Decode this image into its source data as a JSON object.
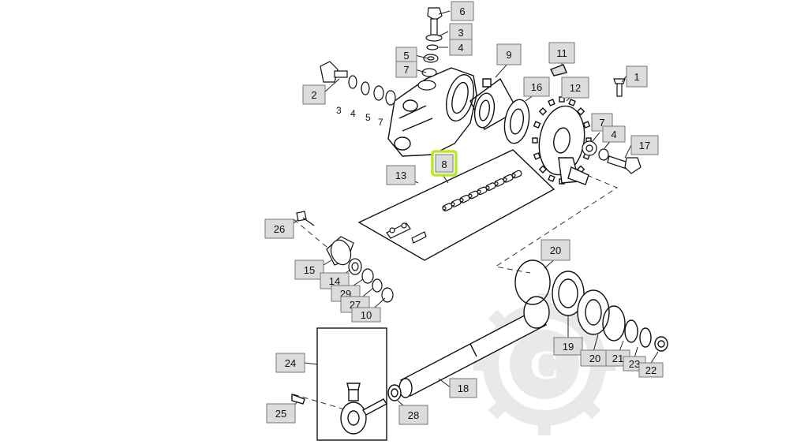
{
  "diagram": {
    "highlight_color": "#b8e82a",
    "box_fill": "#dcdcdc",
    "watermark_letter": "C",
    "callouts": [
      {
        "id": "c6",
        "text": "6"
      },
      {
        "id": "c3a",
        "text": "3"
      },
      {
        "id": "c4a",
        "text": "4"
      },
      {
        "id": "c5a",
        "text": "5"
      },
      {
        "id": "c7a",
        "text": "7"
      },
      {
        "id": "c9",
        "text": "9"
      },
      {
        "id": "c11",
        "text": "11"
      },
      {
        "id": "c1",
        "text": "1"
      },
      {
        "id": "c2",
        "text": "2"
      },
      {
        "id": "c16",
        "text": "16"
      },
      {
        "id": "c12",
        "text": "12"
      },
      {
        "id": "c7b",
        "text": "7"
      },
      {
        "id": "c4b",
        "text": "4"
      },
      {
        "id": "c17",
        "text": "17"
      },
      {
        "id": "c8",
        "text": "8"
      },
      {
        "id": "c13",
        "text": "13"
      },
      {
        "id": "c26",
        "text": "26"
      },
      {
        "id": "c15",
        "text": "15"
      },
      {
        "id": "c14",
        "text": "14"
      },
      {
        "id": "c29",
        "text": "29"
      },
      {
        "id": "c27",
        "text": "27"
      },
      {
        "id": "c10",
        "text": "10"
      },
      {
        "id": "c20a",
        "text": "20"
      },
      {
        "id": "c19",
        "text": "19"
      },
      {
        "id": "c20b",
        "text": "20"
      },
      {
        "id": "c21",
        "text": "21"
      },
      {
        "id": "c23",
        "text": "23"
      },
      {
        "id": "c22",
        "text": "22"
      },
      {
        "id": "c24",
        "text": "24"
      },
      {
        "id": "c18",
        "text": "18"
      },
      {
        "id": "c25",
        "text": "25"
      },
      {
        "id": "c28",
        "text": "28"
      }
    ],
    "plain_labels": [
      {
        "id": "p3",
        "text": "3"
      },
      {
        "id": "p4",
        "text": "4"
      },
      {
        "id": "p5",
        "text": "5"
      },
      {
        "id": "p7",
        "text": "7"
      }
    ]
  }
}
